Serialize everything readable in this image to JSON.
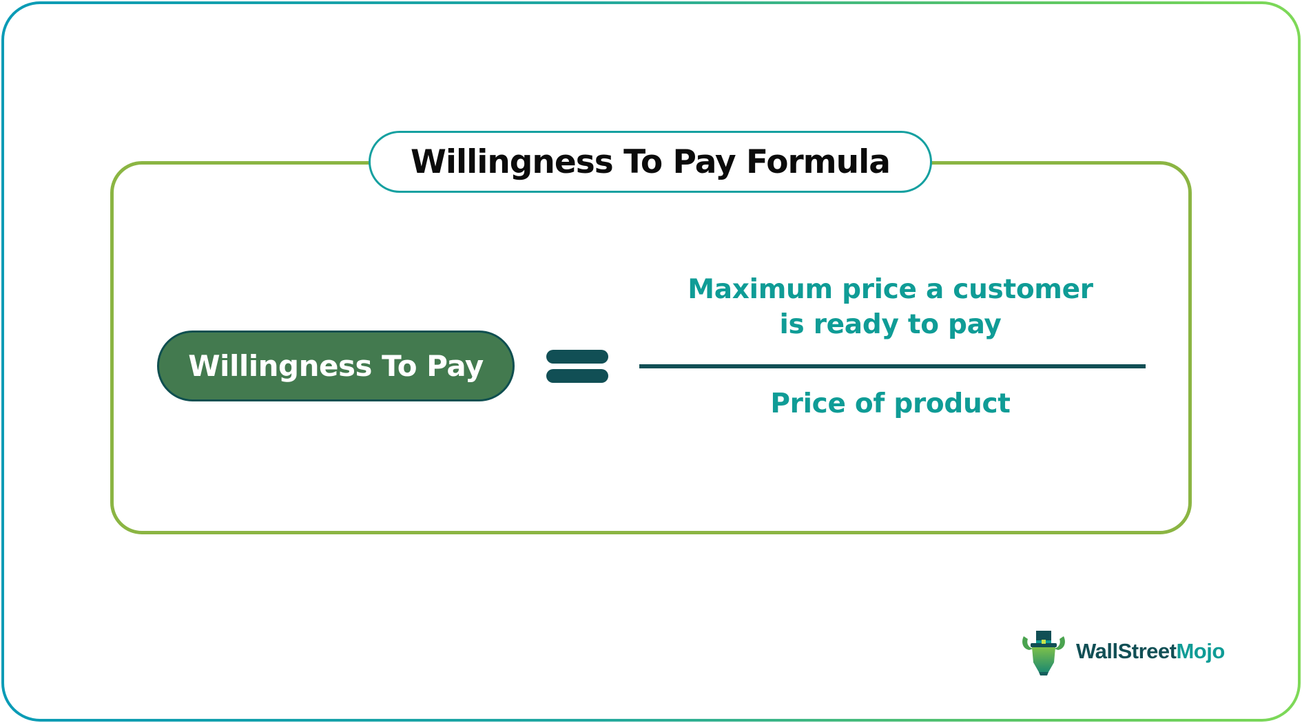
{
  "title": "Willingness To Pay Formula",
  "formula": {
    "lhs": "Willingness To Pay",
    "operator": "=",
    "numerator_line1": "Maximum price a customer",
    "numerator_line2": "is ready to pay",
    "denominator": "Price of product"
  },
  "brand": {
    "name_part1": "WallStreet",
    "name_part2": "Mojo",
    "icon": "bull-with-top-hat-icon"
  },
  "colors": {
    "frame_gradient_start": "#0a9bb6",
    "frame_gradient_end": "#7ed957",
    "box_border": "#8bb543",
    "title_pill_border": "#15a0a0",
    "lhs_fill": "#437a4f",
    "operator_and_line": "#114f55",
    "fraction_text": "#0f9c96"
  }
}
